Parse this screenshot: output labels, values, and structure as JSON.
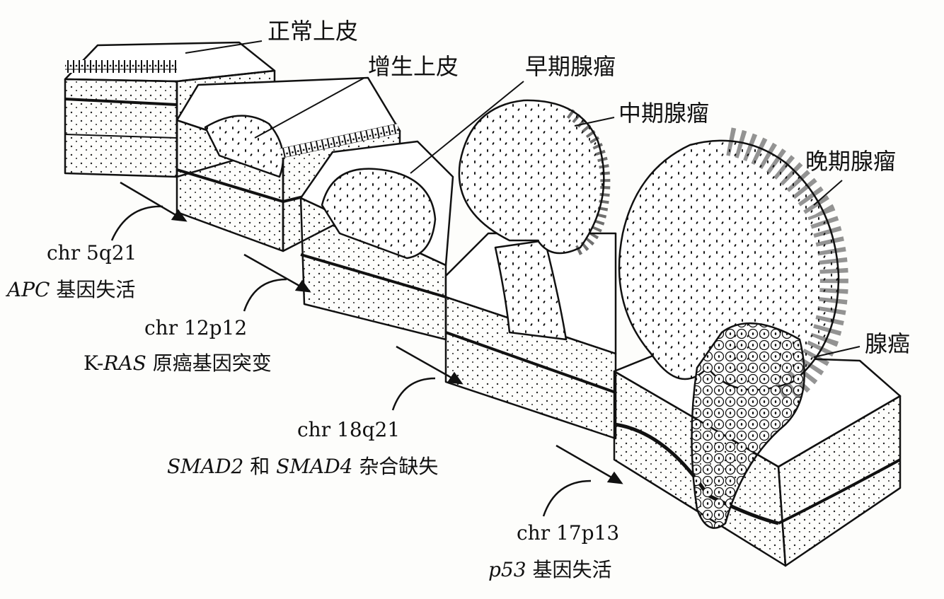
{
  "stages": [
    {
      "id": "normal",
      "label": "正常上皮"
    },
    {
      "id": "hyperplastic",
      "label": "增生上皮"
    },
    {
      "id": "early",
      "label": "早期腺瘤"
    },
    {
      "id": "intermediate",
      "label": "中期腺瘤"
    },
    {
      "id": "late",
      "label": "晚期腺瘤"
    },
    {
      "id": "carcinoma",
      "label": "腺癌"
    }
  ],
  "events": [
    {
      "chr": "chr 5q21",
      "gene_a": "APC",
      "conn": "",
      "gene_b": "",
      "text": " 基因失活"
    },
    {
      "chr": "chr 12p12",
      "gene_a": "K-",
      "gene_a_it": "RAS",
      "text": " 原癌基因突变"
    },
    {
      "chr": "chr 18q21",
      "gene_a": "SMAD2",
      "conn": " 和 ",
      "gene_b": "SMAD4",
      "text": " 杂合缺失"
    },
    {
      "chr": "chr 17p13",
      "gene_a": "p53",
      "conn": "",
      "gene_b": "",
      "text": " 基因失活"
    }
  ],
  "colors": {
    "ink": "#111111",
    "paper": "#fdfdfb",
    "tissue": "#ffffff"
  }
}
